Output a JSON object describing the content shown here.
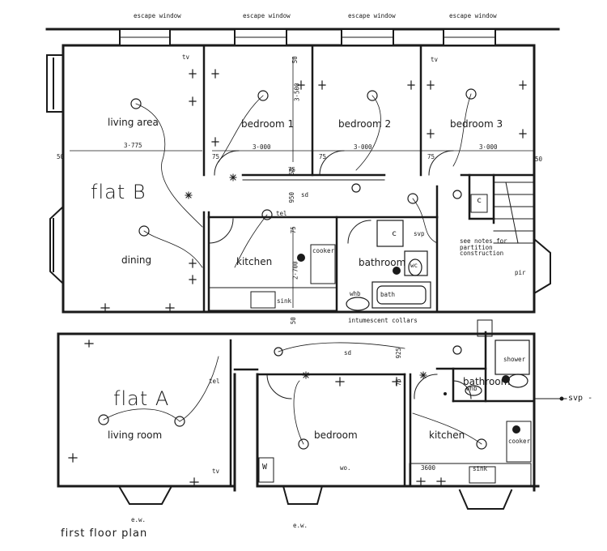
{
  "title": "first floor plan",
  "escape_windows": [
    "escape window",
    "escape window",
    "escape window",
    "escape window"
  ],
  "flat_b": {
    "name": "flat B",
    "living_area": "living area",
    "dining": "dining",
    "bedroom1": "bedroom 1",
    "bedroom2": "bedroom 2",
    "bedroom3": "bedroom 3",
    "kitchen": "kitchen",
    "bathroom": "bathroom",
    "cooker": "cooker",
    "sink": "sink",
    "bath": "bath",
    "whb": "whb",
    "wc": "wc",
    "c_left": "c",
    "c_right": "c",
    "svp": "svp",
    "tel": "tel",
    "tv_living": "tv",
    "tv_bedroom3": "tv",
    "sd": "sd",
    "intumescent": "intumescent collars",
    "partition_note": "see notes for partition construction",
    "pir": "pir"
  },
  "flat_a": {
    "name": "flat A",
    "living_room": "living room",
    "bedroom": "bedroom",
    "kitchen": "kitchen",
    "bathroom": "bathroom",
    "shower": "shower",
    "whb": "whb",
    "cooker": "cooker",
    "sink": "sink",
    "w": "W",
    "wo": "wo.",
    "tel": "tel",
    "tv": "tv",
    "sd": "sd",
    "svp": "svp -"
  },
  "dimensions": {
    "d3775": "3·775",
    "d3000a": "3·000",
    "d3000b": "3·000",
    "d3000c": "3·000",
    "d3500": "3·500",
    "d2700": "2·700",
    "d3600": "3600",
    "d950": "950",
    "d925": "925",
    "d50a": "50",
    "d50b": "50",
    "d50c": "50",
    "d50d": "50",
    "d50e": "50",
    "d75a": "75",
    "d75b": "75",
    "d75c": "75",
    "d75d": "75",
    "d75e": "75",
    "d75f": "75"
  },
  "ew_marks": [
    "e.w.",
    "e.w."
  ]
}
